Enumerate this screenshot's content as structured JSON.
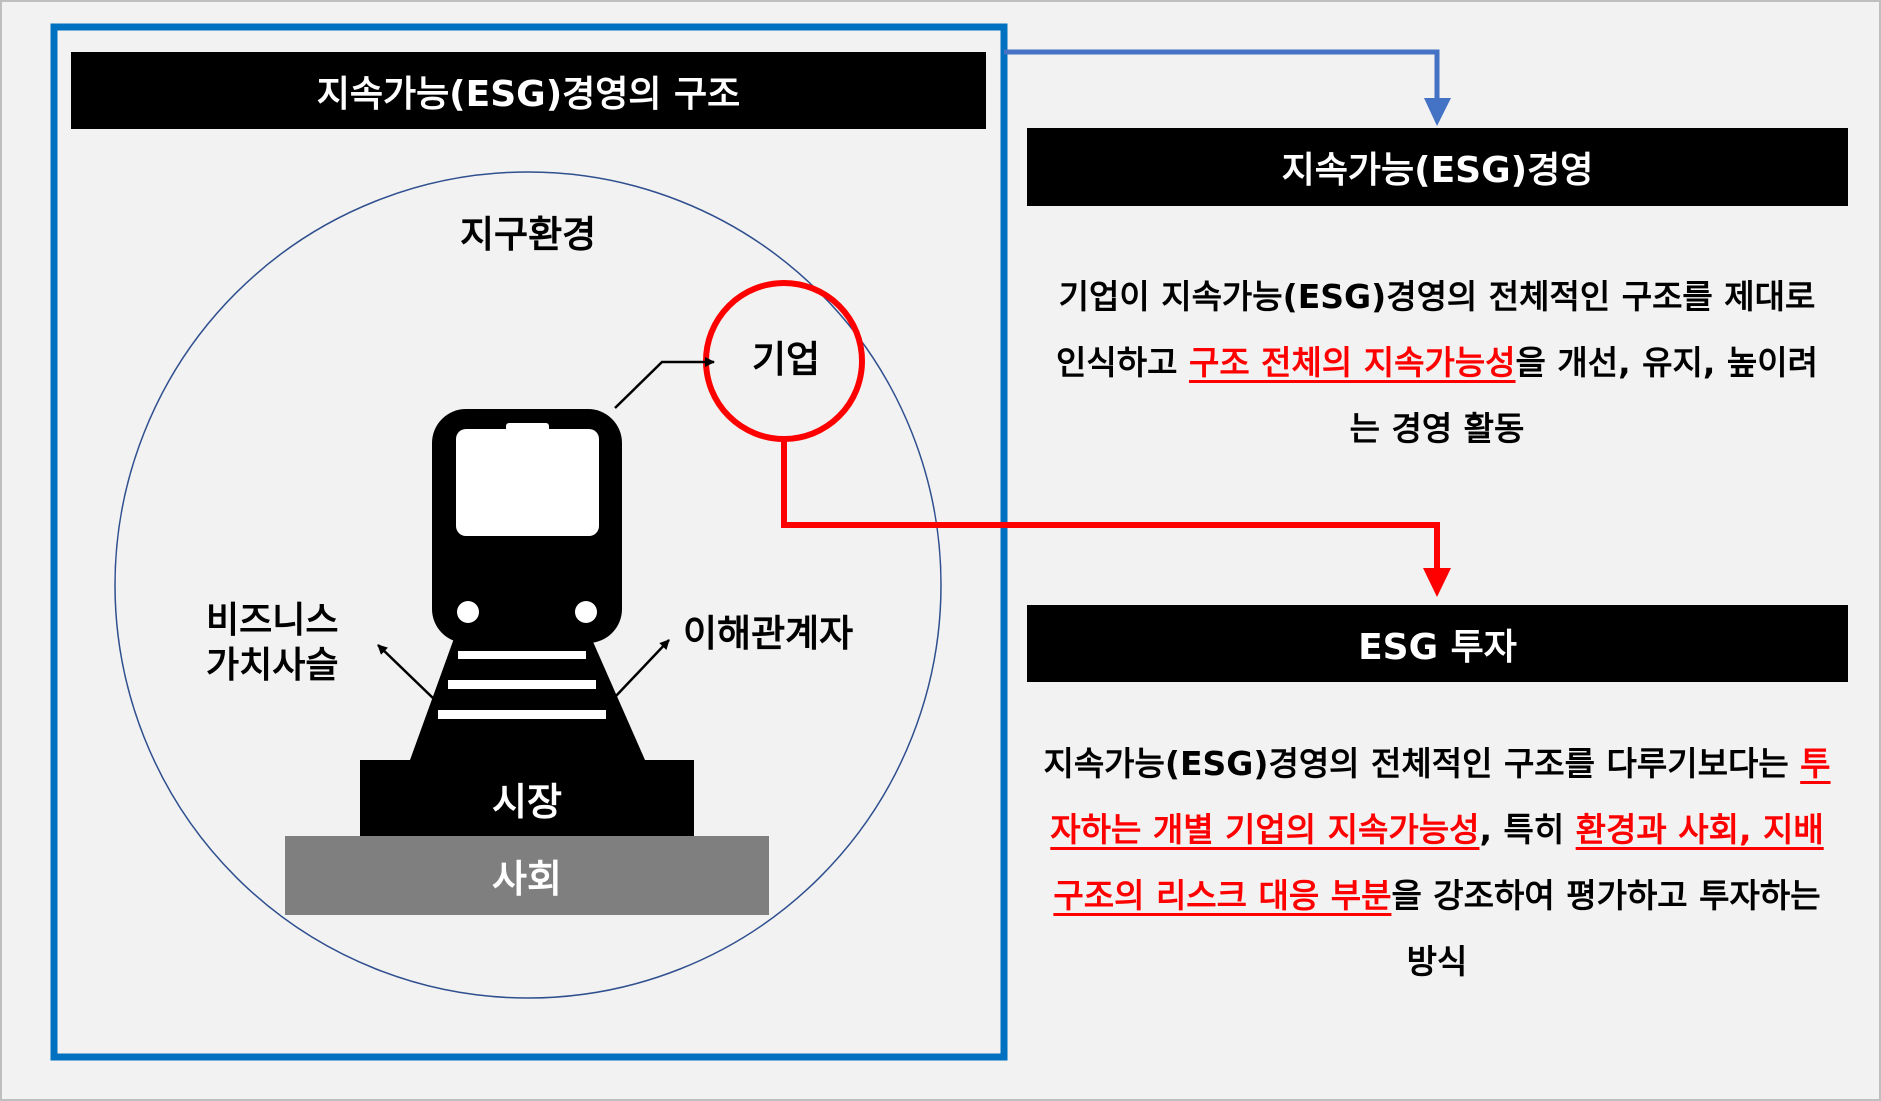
{
  "left_panel": {
    "title": "지속가능(ESG)경영의 구조",
    "earth_label": "지구환경",
    "company_label": "기업",
    "business_value_line1": "비즈니스",
    "business_value_line2": "가치사슬",
    "stakeholders_label": "이해관계자",
    "market_label": "시장",
    "society_label": "사회"
  },
  "esg_management": {
    "title": "지속가능(ESG)경영",
    "desc_1": "기업이 지속가능(ESG)경영의 전체적인 구조를 제대로 인식하고 ",
    "desc_hl1": "구조 전체의 지속가능성",
    "desc_2": "을 개선, 유지, 높이려는 경영 활동"
  },
  "esg_investment": {
    "title": "ESG 투자",
    "desc_1": "지속가능(ESG)경영의 전체적인 구조를 다루기보다는 ",
    "desc_hl1": "투자하는 개별 기업의 지속가능성",
    "desc_2": ", 특히 ",
    "desc_hl2": "환경과 사회, 지배구조의 리스크 대응 부분",
    "desc_3": "을 강조하여 평가하고 투자하는 방식"
  },
  "colors": {
    "frame_blue": "#0070c0",
    "connector_blue": "#4472c4",
    "highlight_red": "#ff0000",
    "society_gray": "#7f7f7f"
  }
}
